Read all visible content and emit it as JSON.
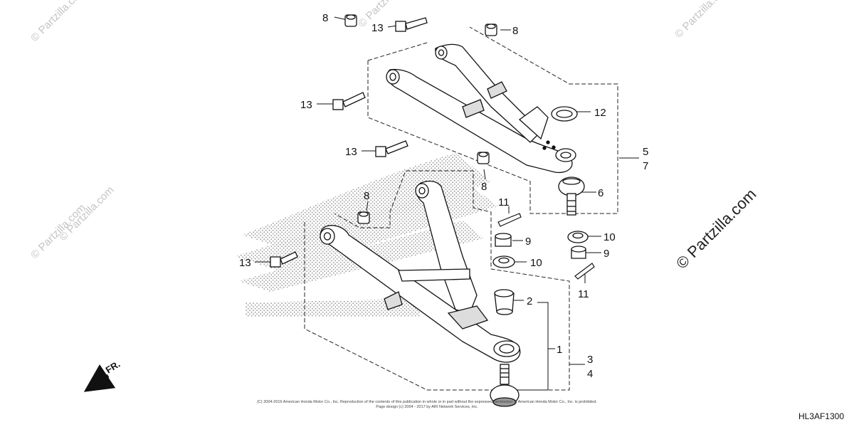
{
  "diagram": {
    "code": "HL3AF1300",
    "front_label": "FR.",
    "copyright_line1": "(C) 2004-2016 American Honda Motor Co., Inc. Reproduction of the contents of this publication in whole or in part without the expressed permission of American Honda Motor Co., Inc. is prohibited.",
    "copyright_line2": "Page design (c) 2004 - 2017 by ARI Network Services, Inc."
  },
  "watermarks": {
    "main": "© Partzilla.com",
    "faint": "© Partzilla.com"
  },
  "callouts": {
    "c1": "1",
    "c2": "2",
    "c3": "3",
    "c4": "4",
    "c5": "5",
    "c6": "6",
    "c7": "7",
    "c8a": "8",
    "c8b": "8",
    "c8c": "8",
    "c8d": "8",
    "c9a": "9",
    "c9b": "9",
    "c10a": "10",
    "c10b": "10",
    "c11a": "11",
    "c11b": "11",
    "c12": "12",
    "c13a": "13",
    "c13b": "13",
    "c13c": "13",
    "c13d": "13"
  }
}
